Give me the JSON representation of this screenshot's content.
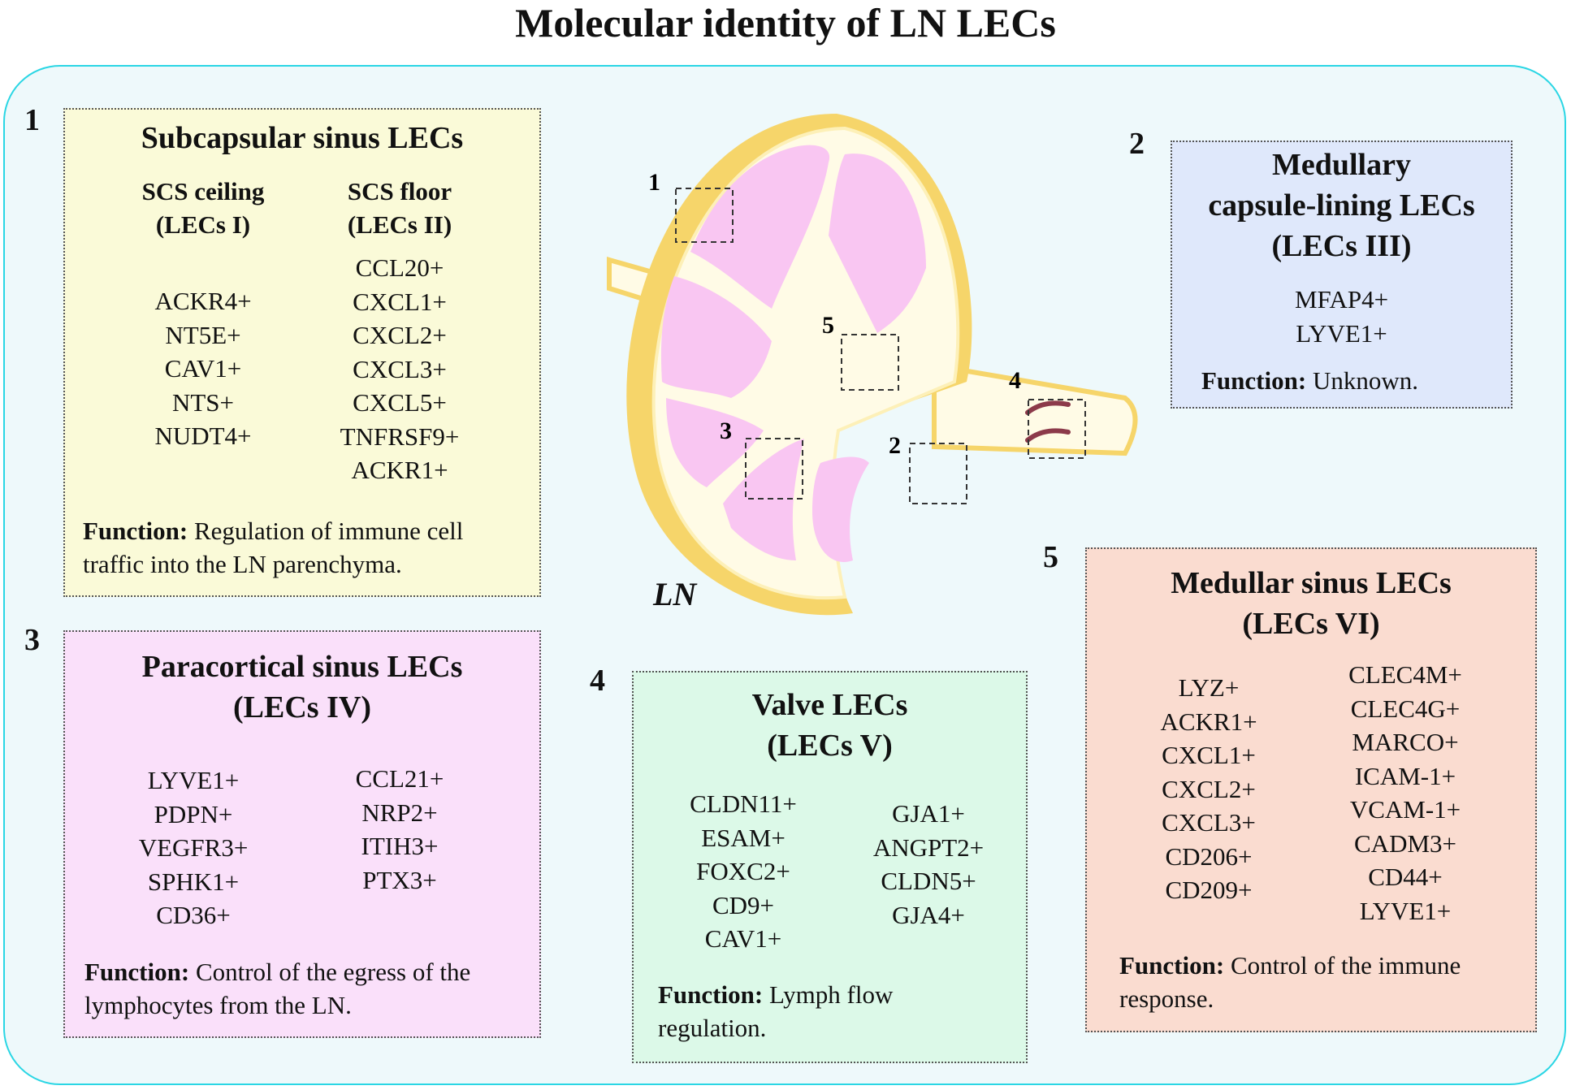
{
  "title": "Molecular identity of LN LECs",
  "ln_label": "LN",
  "region_numbers": [
    "1",
    "2",
    "3",
    "4",
    "5"
  ],
  "panels": {
    "scs": {
      "number": "1",
      "title": "Subcapsular sinus LECs",
      "col1_head": [
        "SCS ceiling",
        "(LECs I)"
      ],
      "col2_head": [
        "SCS floor",
        "(LECs  II)"
      ],
      "col1": [
        "ACKR4+",
        "NT5E+",
        "CAV1+",
        "NTS+",
        "NUDT4+"
      ],
      "col2": [
        "CCL20+",
        "CXCL1+",
        "CXCL2+",
        "CXCL3+",
        "CXCL5+",
        "TNFRSF9+",
        "ACKR1+"
      ],
      "function_label": "Function:",
      "function_lines": [
        " Regulation of immune cell",
        "traffic into the LN parenchyma."
      ],
      "color": "#fafad8"
    },
    "medullary_capsule": {
      "number": "2",
      "title_lines": [
        "Medullary",
        "capsule-lining LECs",
        "(LECs III)"
      ],
      "markers": [
        "MFAP4+",
        "LYVE1+"
      ],
      "function_label": "Function:",
      "function_text": " Unknown.",
      "color": "#dfe8fb"
    },
    "paracortical": {
      "number": "3",
      "title_lines": [
        "Paracortical sinus LECs",
        "(LECs IV)"
      ],
      "col1": [
        "LYVE1+",
        "PDPN+",
        "VEGFR3+",
        "SPHK1+",
        "CD36+"
      ],
      "col2": [
        "CCL21+",
        "NRP2+",
        "ITIH3+",
        "PTX3+"
      ],
      "function_label": "Function:",
      "function_lines": [
        " Control of the egress of the",
        "lymphocytes from the LN."
      ],
      "color": "#fae0fa"
    },
    "valve": {
      "number": "4",
      "title_lines": [
        "Valve LECs",
        "(LECs V)"
      ],
      "col1": [
        "CLDN11+",
        "ESAM+",
        "FOXC2+",
        "CD9+",
        "CAV1+"
      ],
      "col2": [
        "GJA1+",
        "ANGPT2+",
        "CLDN5+",
        "GJA4+"
      ],
      "function_label": "Function:",
      "function_lines": [
        " Lymph flow",
        "regulation."
      ],
      "color": "#dcf9e8"
    },
    "medullar_sinus": {
      "number": "5",
      "title_lines": [
        "Medullar sinus LECs",
        "(LECs VI)"
      ],
      "col1": [
        "LYZ+",
        "ACKR1+",
        "CXCL1+",
        "CXCL2+",
        "CXCL3+",
        "CD206+",
        "CD209+"
      ],
      "col2": [
        "CLEC4M+",
        "CLEC4G+",
        "MARCO+",
        "ICAM-1+",
        "VCAM-1+",
        "CADM3+",
        "CD44+",
        "LYVE1+"
      ],
      "function_label": "Function:",
      "function_lines": [
        " Control of the immune",
        "response."
      ],
      "color": "#fadcd0"
    }
  },
  "colors": {
    "frame_border": "#2ad6e4",
    "frame_fill": "#eef9fb",
    "capsule_outer": "#f6d56a",
    "capsule_inner": "#fdf0b8",
    "sinus_fill": "#fffbe6",
    "lobe_pink": "#f9c6f2",
    "valve": "#8c3a4a"
  }
}
